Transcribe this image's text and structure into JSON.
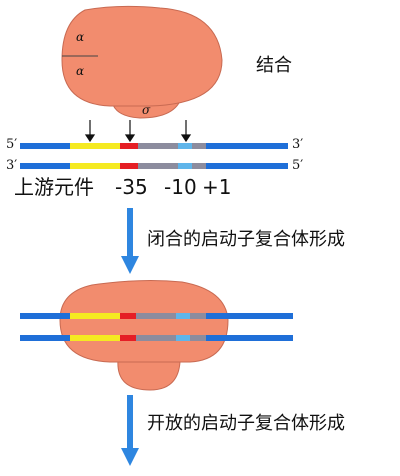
{
  "stage1": {
    "label": "结合",
    "subunit_alpha_1": "α",
    "subunit_alpha_2": "α",
    "subunit_sigma": "σ"
  },
  "dna": {
    "top_left": "5′",
    "top_right": "3′",
    "bottom_left": "3′",
    "bottom_right": "5′"
  },
  "regions": {
    "upstream_element": "上游元件",
    "minus35": "-35",
    "minus10": "-10",
    "plus1": "+1"
  },
  "steps": {
    "closed_complex": "闭合的启动子复合体形成",
    "open_complex": "开放的启动子复合体形成"
  },
  "colors": {
    "polymerase": "#F28C6E",
    "polymerase_outline": "#C86A52",
    "dna_blue": "#1F6FD8",
    "upstream_yellow": "#F5EA21",
    "minus35_red": "#E51E25",
    "spacer_gray": "#8C8C9E",
    "minus10_lightblue": "#5FB5EA",
    "arrow_blue": "#2E86E0"
  }
}
